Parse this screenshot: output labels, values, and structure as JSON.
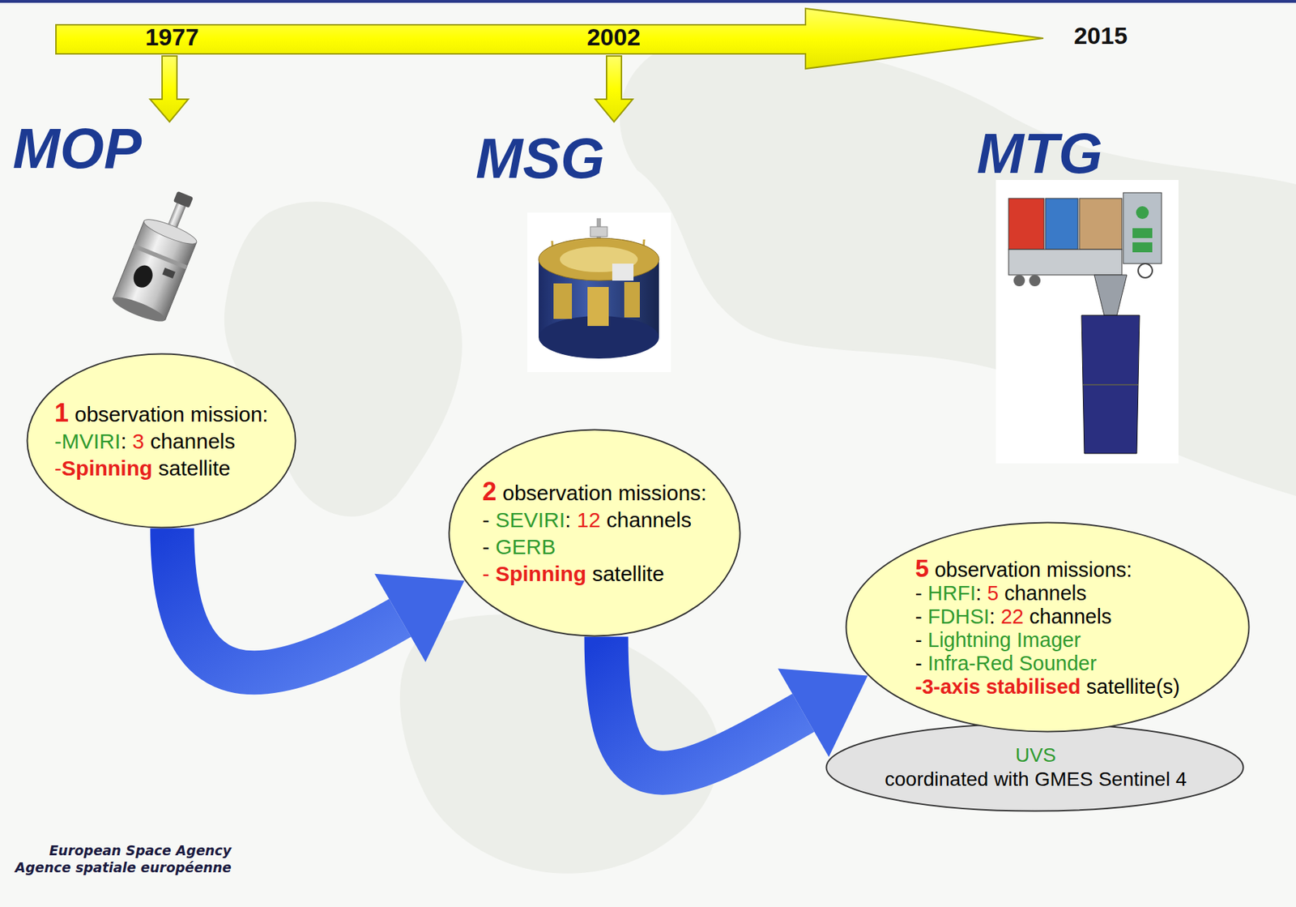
{
  "diagram": {
    "nodes": [
      {
        "text": [
          "1",
          "observation mission:",
          "-MVIRI",
          ":",
          "3",
          "channels",
          "-",
          "Spinning",
          "satellite"
        ]
      },
      {
        "text": [
          "2",
          "observation missions:",
          "-",
          "SEVIRI",
          ":",
          "12",
          "channels",
          "-",
          "GERB",
          "-",
          "Spinning",
          "satellite"
        ]
      },
      {
        "text": [
          "5",
          "observation missions:",
          "-",
          "HRFI",
          ":",
          "5",
          "channels",
          "-",
          "FDHSI",
          ":",
          "22",
          "channels",
          "-",
          "Lightning Imager",
          "-",
          "Infra-Red Sounder",
          "-",
          "3-axis stabilised",
          "satellite(s)"
        ]
      },
      {
        "text": [
          "UVS",
          "coordinated with GMES Sentinel 4"
        ]
      }
    ],
    "edges": [
      {
        "from": 0,
        "to": 1,
        "arrow": "to"
      },
      {
        "from": 1,
        "to": 2,
        "arrow": "to"
      }
    ],
    "labels": [
      "1977",
      "2002",
      "2015",
      "MOP",
      "MSG",
      "MTG",
      "European Space Agency",
      "Agence spatiale européenne"
    ]
  }
}
